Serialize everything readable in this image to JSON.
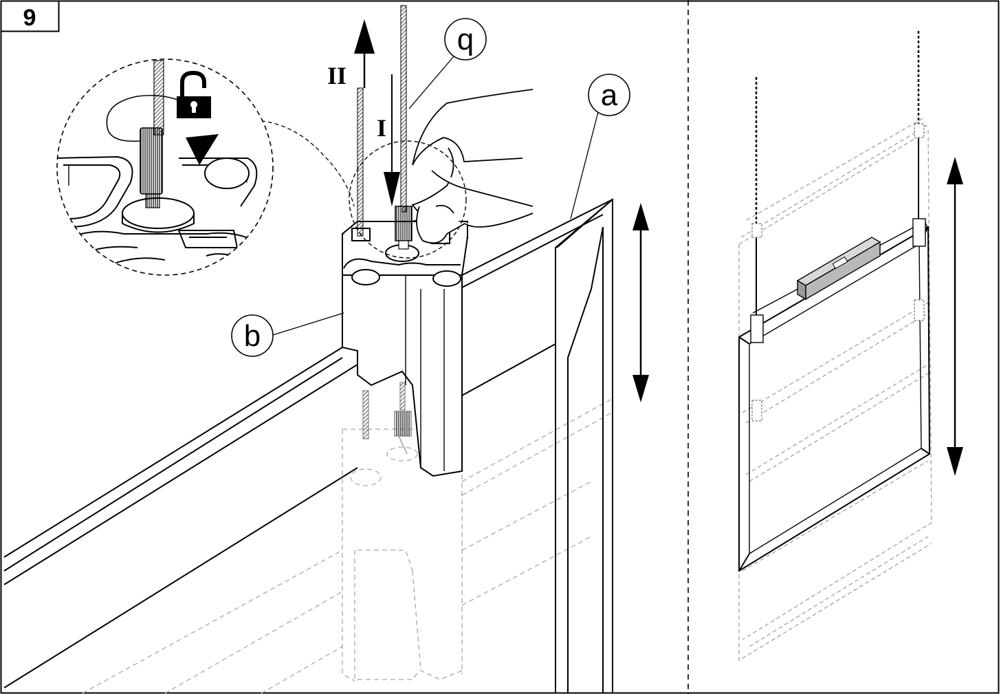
{
  "step_number": "9",
  "callouts": {
    "a": "a",
    "b": "b",
    "q": "q"
  },
  "direction_labels": {
    "down": "I",
    "up": "II"
  },
  "icons": {
    "lock_state": "unlocked-padlock-icon",
    "rotation": "rotate-arrow-icon",
    "adjust": "double-headed-arrow-icon"
  },
  "colors": {
    "line": "#000000",
    "ghost": "#9a9a9a",
    "level_fill": "#b9b9b9"
  }
}
